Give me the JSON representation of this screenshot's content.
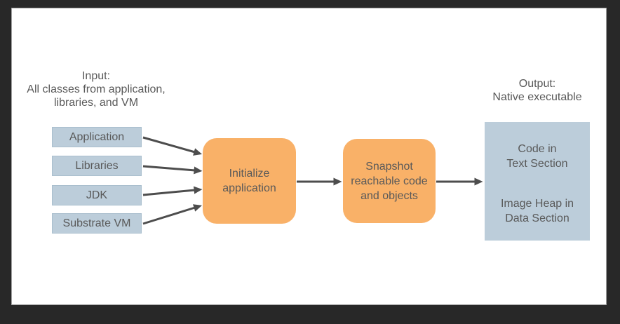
{
  "colors": {
    "frame": "#282828",
    "slide": "#ffffff",
    "input_box_fill": "#bccdda",
    "input_box_border": "#aabfce",
    "process_box_fill": "#f9b168",
    "output_box_fill": "#bccdda",
    "arrow": "#4d4d4d",
    "text": "#595959"
  },
  "input": {
    "title_lines": [
      "Input:",
      "All classes from application,",
      "libraries, and VM"
    ],
    "boxes": [
      {
        "label": "Application"
      },
      {
        "label": "Libraries"
      },
      {
        "label": "JDK"
      },
      {
        "label": "Substrate VM"
      }
    ]
  },
  "process": {
    "steps": [
      {
        "lines": [
          "Initialize",
          "application"
        ]
      },
      {
        "lines": [
          "Snapshot",
          "reachable code",
          "and objects"
        ]
      }
    ]
  },
  "output": {
    "title_lines": [
      "Output:",
      "Native executable"
    ],
    "box_sections": [
      {
        "lines": [
          "Code in",
          "Text Section"
        ]
      },
      {
        "lines": [
          "Image Heap in",
          "Data Section"
        ]
      }
    ]
  }
}
